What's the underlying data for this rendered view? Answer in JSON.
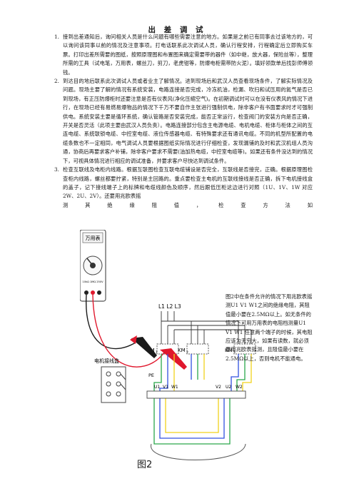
{
  "title": "出 差 调 试",
  "items": [
    {
      "num": "1.",
      "text": "接到出差通知后，询问相关人员是什么问题有哪些需要注意的地方。如果是之前已有同事去过该地方的，可以询问该同事以前的情况及注意事项。打电话联系此次调试人员，确认行程安排，行程确定后立即购买车票。打印出差所需要的图纸，按照原理图和布置图来确定需要带的器件（如中继，放大器，保险丝等），整理所需的工具（试电笔，万用表，螺丝刀，剪刀，老虎钳等，防爆电柜需带防火泥）。填好领款单后找彭师傅领钱。"
    },
    {
      "num": "2.",
      "text": "到达目的地后联系此次调试人员或者业主了解情况。进到现场后和武汉人员查看现场条件，了解实际情况及问题。现场主要了解的情况有系统安装，电路连接是否完成，冷冻机油，检漏、吹扫和试压用的氮气是否已到现场，有正压防爆柜时还要注意是否有仪表风(净化压缩空气)。在初期调试时可以在没有仪表风的情况下进行，在现场已经有易燃易爆物品的情况下千万不要自作主张进行强制供电，除非客户有书面要求时才可强制供电。系统安装主要是循环系统，确认管路是否安装完成，能否正常运行，检查阀门的安装方向是否正确，开关是否灵活（此项主要由武汉人员负责）。电路连接部分包含主电源电缆、电机电缆、柜体与柜体之间的互连电缆、系统联锁电缆、中控室电缆、液位传感器电缆、有特殊要求还有通讯电缆。不同的机型所配置的电缆条数也不一定相同，电气调试人员要根据图纸实际情况进行仔细检查，发现漏铺的及时和武汉机组人员沟通，协商后再要求客户补铺，除非客户要求不需要(油加热电缆，中控室电缆等)。如果还有条件没达到的情况下，可视具体情况进行相应的调试准备，并要求客户尽快达到调试条件。"
    },
    {
      "num": "3.",
      "text": "检查互联线及电柜内线路。根据互联图检查互联电缆铺设是否完全，互联线是否接完，正确。根据原理图检查柜内线路，螺丝都要拧紧，特别是主回路的。重点要检查主电机的互联线接线是否正确，拆下电机接线盒的盖子，记下接线端子上的标牌和电缆线颜色及顺序，然后跟低压柜这边进行对照（1U、1V、1W 对应 2W、2U、2V）。还要用兆欧表摇"
    },
    {
      "num": "",
      "text": "测 其 绝 缘 阻 值 ， 检 查 方 法 如"
    }
  ],
  "figure": {
    "meter_label": "万用表",
    "meter_scale": "10kΩ  1MΩ  250V",
    "bus_label": "L1 L2 L3",
    "km_labels": [
      "KM",
      "KM",
      "KM"
    ],
    "km_subs": [
      "1",
      "2",
      "3"
    ],
    "motor_box_label": "电机接线盒",
    "pe_label": "PE",
    "terminals_left": [
      "U1",
      "V1",
      "W1"
    ],
    "terminals_right": [
      "V2",
      "U2",
      "W2"
    ]
  },
  "side_note": "图2中在条件允许的情况下用兆欧表摇测U1 V1 W1之间的绝缘电阻，其阻值最小要在2.5MΩ以上。如无条件的情况下可用万用表的电阻档测量U1 V1 W1 任意两个端子的时候，其电阻应该为无穷大，如果有读数，就必须要用兆欧表摇测，且阻值最小要在2.5MΩ以上，否则电机不能通电。",
  "caption": "图2",
  "colors": {
    "wire_red": "#e0182d",
    "wire_green": "#2aa84a",
    "wire_blue": "#3050e0",
    "wire_yellow": "#f2d21c"
  }
}
